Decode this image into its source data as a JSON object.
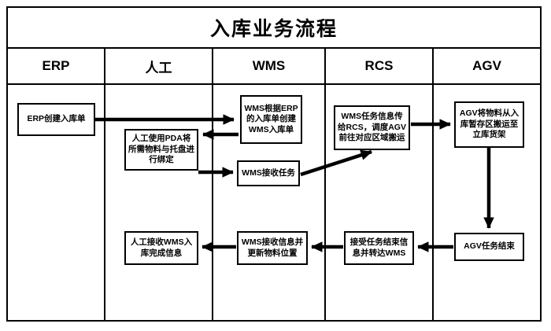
{
  "title": "入库业务流程",
  "colors": {
    "line": "#000000",
    "background": "#ffffff"
  },
  "lanes": [
    {
      "id": "erp",
      "label": "ERP"
    },
    {
      "id": "manual",
      "label": "人工"
    },
    {
      "id": "wms",
      "label": "WMS"
    },
    {
      "id": "rcs",
      "label": "RCS"
    },
    {
      "id": "agv",
      "label": "AGV"
    }
  ],
  "boxes": [
    {
      "id": "erp-create-order",
      "label": "ERP创建入库单"
    },
    {
      "id": "wms-create-order",
      "label": "WMS根据ERP的入库单创建WMS入库单"
    },
    {
      "id": "manual-pda-bind",
      "label": "人工使用PDA将所需物料与托盘进行绑定"
    },
    {
      "id": "wms-receive-task",
      "label": "WMS接收任务"
    },
    {
      "id": "rcs-dispatch-agv",
      "label": "WMS任务信息传给RCS，调度AGV前往对应区域搬运"
    },
    {
      "id": "agv-move-material",
      "label": "AGV将物料从入库暂存区搬运至立库货架"
    },
    {
      "id": "agv-task-end",
      "label": "AGV任务结束"
    },
    {
      "id": "rcs-relay-end-info",
      "label": "接受任务结束信息并转达WMS"
    },
    {
      "id": "wms-update-location",
      "label": "WMS接收信息并更新物料位置"
    },
    {
      "id": "manual-receive-complete",
      "label": "人工接收WMS入库完成信息"
    }
  ]
}
